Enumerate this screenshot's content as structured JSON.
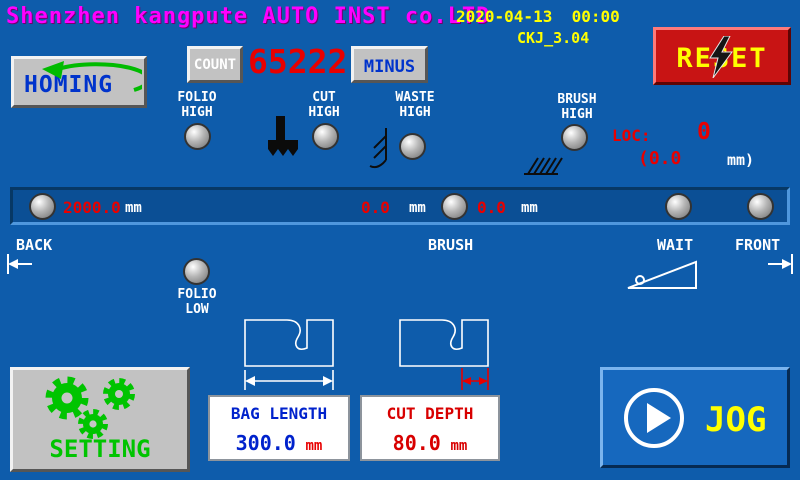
{
  "colors": {
    "background": "#0e5cab",
    "title_magenta": "#ff00ff",
    "accent_yellow": "#ffff00",
    "alert_red": "#e80000",
    "value_blue": "#0022cc",
    "green": "#00c400"
  },
  "header": {
    "company": "Shenzhen kangpute AUTO INST co.LTD",
    "datetime": "2020-04-13  00:00",
    "version": "CKJ_3.04",
    "reset": "RESET"
  },
  "counter": {
    "count_label": "COUNT",
    "count_value": "65222",
    "minus_label": "MINUS"
  },
  "buttons": {
    "homing": "HOMING",
    "setting": "SETTING",
    "jog": "JOG"
  },
  "indicators": {
    "folio_high": "FOLIO\nHIGH",
    "cut_high": "CUT\nHIGH",
    "waste_high": "WASTE\nHIGH",
    "brush_high": "BRUSH\nHIGH",
    "folio_low": "FOLIO\nLOW"
  },
  "loc": {
    "label": "LOC:",
    "value": "0",
    "sub_value": "(0.0",
    "sub_unit": "mm)"
  },
  "track": {
    "back_value": "2000.0",
    "back_unit": "mm",
    "brush_value": "0.0",
    "brush_unit": "mm",
    "wait_value": "0.0",
    "wait_unit": "mm",
    "label_back": "BACK",
    "label_brush": "BRUSH",
    "label_wait": "WAIT",
    "label_front": "FRONT"
  },
  "panels": {
    "bag_length_label": "BAG LENGTH",
    "bag_length_value": "300.0",
    "bag_length_unit": "mm",
    "cut_depth_label": "CUT DEPTH",
    "cut_depth_value": "80.0",
    "cut_depth_unit": "mm"
  }
}
